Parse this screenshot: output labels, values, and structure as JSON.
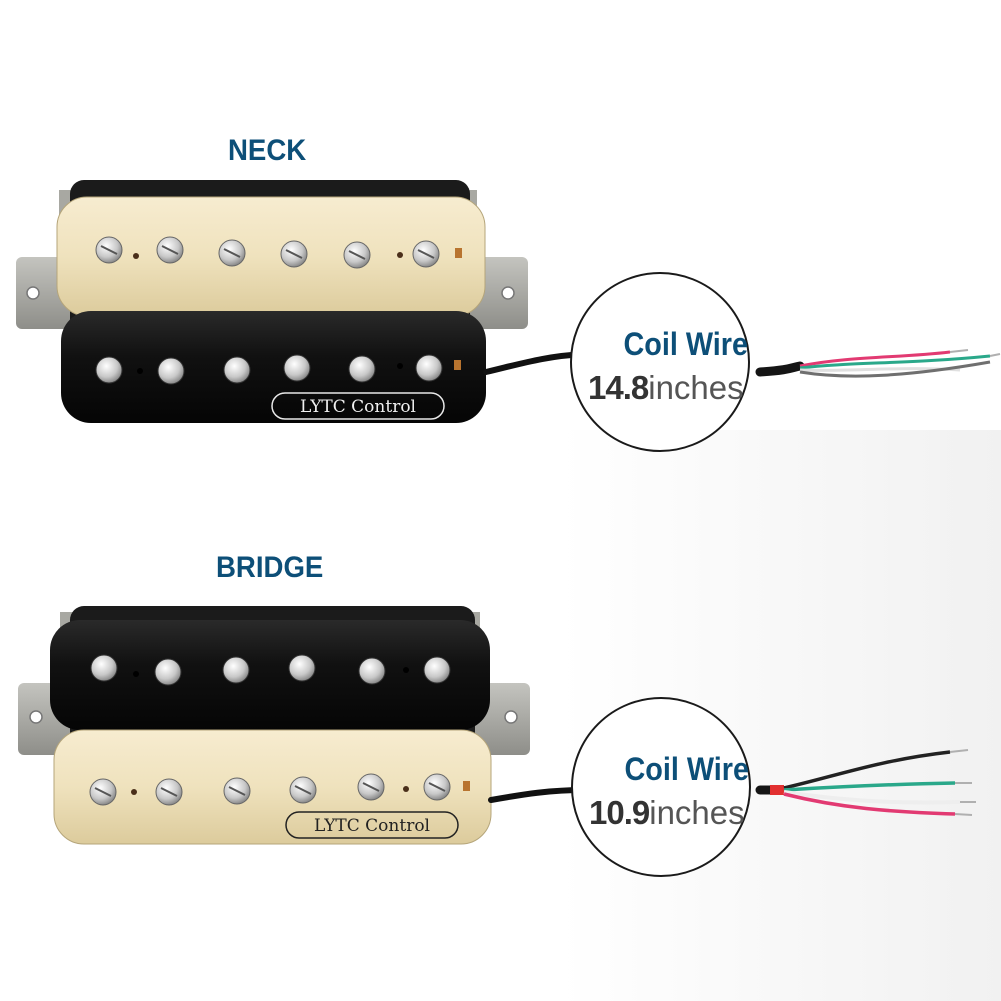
{
  "neck": {
    "title": "NECK",
    "brand": "LYTC Control",
    "badge": {
      "label": "Coil Wire",
      "length_value": "14.8",
      "length_unit": "inches"
    }
  },
  "bridge": {
    "title": "BRIDGE",
    "brand": "LYTC Control",
    "badge": {
      "label": "Coil Wire",
      "length_value": "10.9",
      "length_unit": "inches"
    }
  },
  "colors": {
    "title_blue": "#0d4f78",
    "cream": "#efe2bd",
    "black": "#111111",
    "plate": "#a9a9a4"
  },
  "wire_colors": [
    "#222222",
    "#2aa88a",
    "#e23a72",
    "#eeeeee",
    "#b0b0b0"
  ]
}
